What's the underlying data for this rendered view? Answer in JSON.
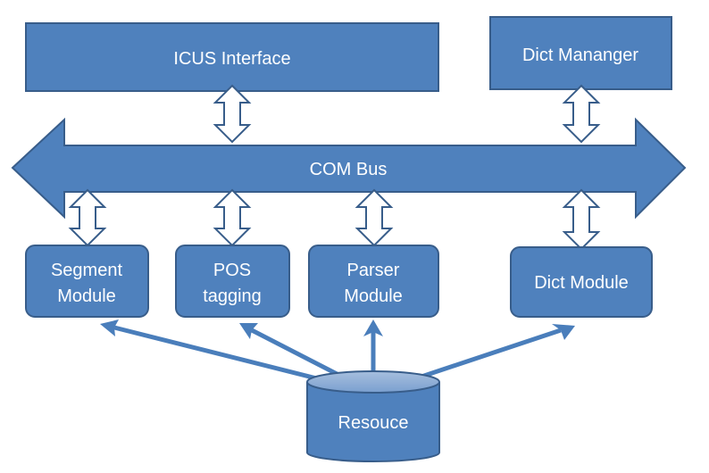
{
  "diagram": {
    "icus_interface": "ICUS Interface",
    "dict_manager": "Dict Mananger",
    "com_bus": "COM Bus",
    "segment_module": [
      "Segment",
      "Module"
    ],
    "pos_tagging": [
      "POS",
      "tagging"
    ],
    "parser_module": [
      "Parser",
      "Module"
    ],
    "dict_module": "Dict Module",
    "resource": "Resouce"
  },
  "colors": {
    "box_fill": "#4f81bd",
    "box_border": "#385d8a",
    "link": "#4a7ebb"
  }
}
